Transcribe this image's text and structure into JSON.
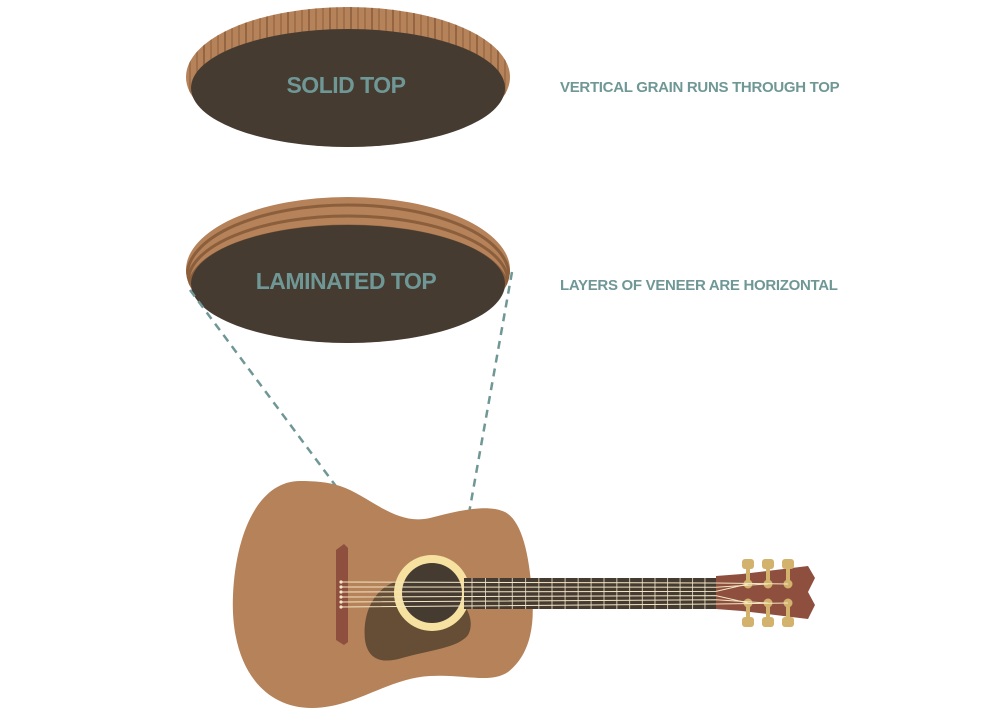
{
  "solid_top": {
    "label": "SOLID TOP",
    "note": "VERTICAL GRAIN RUNS THROUGH TOP"
  },
  "laminated_top": {
    "label": "LAMINATED TOP",
    "note": "LAYERS OF VENEER ARE HORIZONTAL"
  },
  "colors": {
    "label_text": "#6f9796",
    "top_surface": "#463b31",
    "wood_light": "#b5825a",
    "wood_dark": "#8b5e3c",
    "guitar_body": "#b5825a",
    "pickguard": "#654d36",
    "soundhole_ring": "#f6e1a0",
    "soundhole": "#463b31",
    "fretboard": "#463b31",
    "headstock": "#8f4f3e",
    "bridge": "#8f4f3e",
    "tuners": "#d2b26c",
    "strings": "#f3e7c4",
    "dashed_lines": "#6f9796"
  }
}
